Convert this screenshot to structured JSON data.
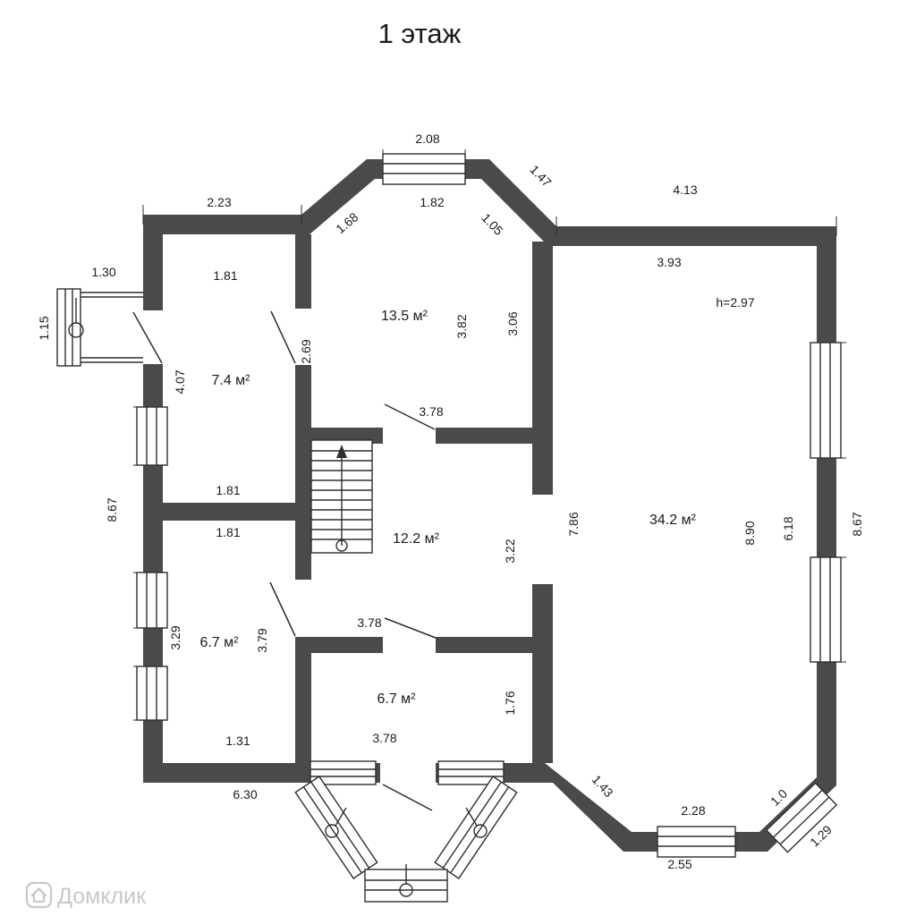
{
  "title": "1 этаж",
  "watermark": {
    "brand": "Домклик"
  },
  "rooms": {
    "r135": "13.5 м²",
    "r74": "7.4 м²",
    "r122": "12.2 м²",
    "r67l": "6.7 м²",
    "r67b": "6.7 м²",
    "r342": "34.2 м²",
    "height": "h=2.97"
  },
  "dims": {
    "top_window_outer": "2.08",
    "top_chamfer_right_outer": "1.47",
    "top_right_wall": "4.13",
    "top_left_wall": "2.23",
    "top_window_inner": "1.82",
    "top_chamfer_left_inner": "1.68",
    "top_chamfer_right_inner": "1.05",
    "room342_top_width": "3.93",
    "porch_left_width": "1.30",
    "room74_top_width": "1.81",
    "porch_left_depth": "1.15",
    "room135_height_right": "3.82",
    "room135_height_far_right": "3.06",
    "room135_height_left": "2.69",
    "room74_height": "4.07",
    "room122_width_top": "3.78",
    "left_wall_height": "8.67",
    "mid_width_upper": "1.81",
    "mid_width_lower": "1.81",
    "room122_height": "3.22",
    "room342_height_left": "7.86",
    "room342_height_mid": "8.90",
    "room342_height_right": "6.18",
    "right_wall_height": "8.67",
    "room67l_height_left": "3.29",
    "room67l_height_right": "3.79",
    "room122_width_bottom": "3.78",
    "room67b_height": "1.76",
    "bottom_width_left": "1.31",
    "room67b_width": "3.78",
    "bottom_wall_left": "6.30",
    "bay_chamfer_left": "1.43",
    "bay_inner_width": "2.28",
    "bay_chamfer_right_inner": "1.0",
    "bay_window_width": "2.55",
    "bay_chamfer_right_outer": "1.29"
  }
}
